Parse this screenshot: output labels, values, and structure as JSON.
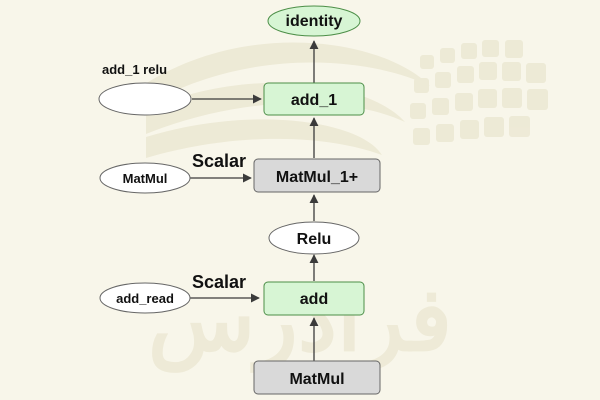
{
  "nodes": {
    "identity": "identity",
    "add_1": "add_1",
    "matmul_1": "MatMul_1+",
    "relu": "Relu",
    "add": "add",
    "matmul": "MatMul",
    "matmul_input": "MatMul",
    "add_read": "add_read",
    "add_1_relu_input": ""
  },
  "edge_labels": {
    "add_1_relu": "add_1 relu",
    "scalar_matmul": "Scalar",
    "scalar_add": "Scalar"
  },
  "colors": {
    "background": "#f8f6ea",
    "green_fill": "#d7f5d4",
    "green_stroke": "#4c8e47",
    "gray_fill": "#d9d9d9",
    "gray_stroke": "#666666",
    "white_fill": "#ffffff",
    "watermark": "#ece8d3"
  },
  "watermark_text": "فرادرس"
}
